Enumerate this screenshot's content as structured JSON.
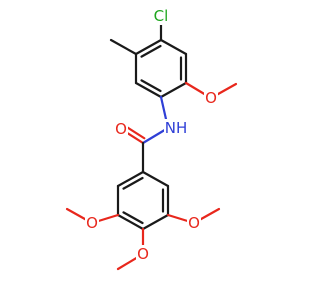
{
  "molecule": {
    "atoms": {
      "cl": {
        "label": "Cl",
        "color": "#1fa61f"
      },
      "o_methoxy_top": {
        "label": "O",
        "color": "#e8271c"
      },
      "nh": {
        "label": "NH",
        "color": "#2f3fd6"
      },
      "o_carbonyl": {
        "label": "O",
        "color": "#e8271c"
      },
      "o_methoxy_left": {
        "label": "O",
        "color": "#e8271c"
      },
      "o_methoxy_right": {
        "label": "O",
        "color": "#e8271c"
      },
      "o_methoxy_bottom": {
        "label": "O",
        "color": "#e8271c"
      }
    },
    "bond_color": "#1a1a1a"
  }
}
